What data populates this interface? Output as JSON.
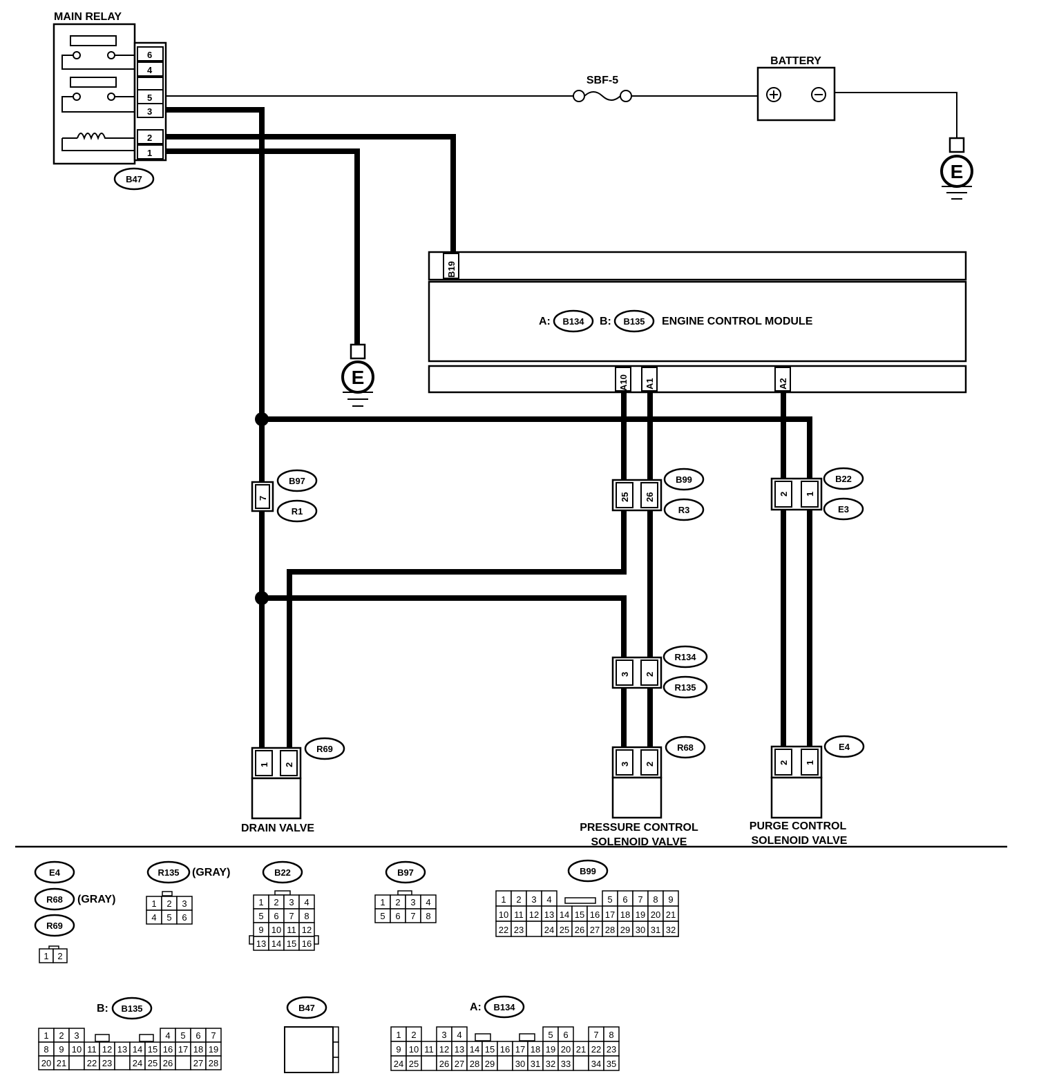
{
  "main_relay": {
    "title": "MAIN RELAY",
    "connector": "B47",
    "pins": [
      "6",
      "4",
      "5",
      "3",
      "2",
      "1"
    ]
  },
  "fuse": {
    "label": "SBF-5"
  },
  "battery": {
    "label": "BATTERY"
  },
  "ground": {
    "symbol": "E"
  },
  "ecm": {
    "label": "ENGINE CONTROL MODULE",
    "conn_a_prefix": "A:",
    "conn_a": "B134",
    "conn_b_prefix": "B:",
    "conn_b": "B135",
    "pin_b19": "B19",
    "pin_a10": "A10",
    "pin_a1": "A1",
    "pin_a2": "A2"
  },
  "connectors": {
    "b97": "B97",
    "r1": "R1",
    "b97_pin": "7",
    "b99": "B99",
    "r3": "R3",
    "b99_pins": [
      "25",
      "26"
    ],
    "b22": "B22",
    "e3": "E3",
    "b22_pins": [
      "2",
      "1"
    ],
    "r134": "R134",
    "r135": "R135",
    "r134_pins": [
      "3",
      "2"
    ],
    "r69": "R69",
    "r69_pins": [
      "1",
      "2"
    ],
    "r68": "R68",
    "r68_pins": [
      "3",
      "2"
    ],
    "e4": "E4",
    "e4_pins": [
      "2",
      "1"
    ]
  },
  "components": {
    "drain_valve": "DRAIN VALVE",
    "pcsv_line1": "PRESSURE CONTROL",
    "pcsv_line2": "SOLENOID VALVE",
    "purge_line1": "PURGE CONTROL",
    "purge_line2": "SOLENOID VALVE"
  },
  "legend": {
    "e4": "E4",
    "r68": "R68",
    "r68_note": "(GRAY)",
    "r69": "R69",
    "r135": "R135",
    "r135_note": "(GRAY)",
    "b22": "B22",
    "b97": "B97",
    "b99": "B99",
    "b135_prefix": "B:",
    "b135": "B135",
    "b47": "B47",
    "b134_prefix": "A:",
    "b134": "B134"
  }
}
